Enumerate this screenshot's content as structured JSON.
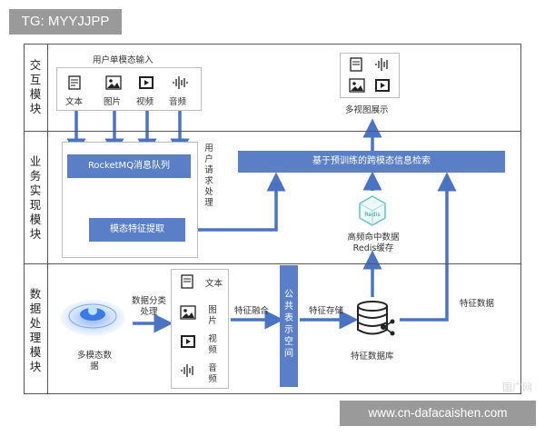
{
  "overlay": {
    "tag": "TG: MYYJJPP",
    "watermark": "国广网",
    "footer_url": "www.cn-dafacaishen.com"
  },
  "rows": [
    {
      "label": "交互模块"
    },
    {
      "label": "业务实现模块"
    },
    {
      "label": "数据处理模块"
    }
  ],
  "interaction": {
    "input_title": "用户单模态输入",
    "inputs": [
      {
        "label": "文本",
        "icon": "text-doc-icon"
      },
      {
        "label": "图片",
        "icon": "image-icon"
      },
      {
        "label": "视频",
        "icon": "video-icon"
      },
      {
        "label": "音频",
        "icon": "audio-wave-icon"
      }
    ],
    "display_label": "多视图展示"
  },
  "business": {
    "queue_label": "RocketMQ消息队列",
    "feature_extract_label": "模态特征提取",
    "user_request_label": "用户请求处理",
    "retrieval_label": "基于预训练的跨模态信息检索",
    "redis_icon_label": "Redis",
    "cache_label": "高频命中数据Redis缓存"
  },
  "data": {
    "source_label": "多模态数据",
    "classify_label": "数据分类处理",
    "modalities": [
      {
        "label": "文本",
        "icon": "text-doc-icon"
      },
      {
        "label": "图片",
        "icon": "image-icon"
      },
      {
        "label": "视频",
        "icon": "video-icon"
      },
      {
        "label": "音频",
        "icon": "audio-wave-icon"
      }
    ],
    "fusion_label": "特征融合",
    "space_label": "公共表示空间",
    "store_label": "特征存储",
    "db_label": "特征数据库",
    "feature_data_label": "特征数据"
  },
  "colors": {
    "accent": "#4a73c4",
    "box_fill": "#5b7fc6",
    "border": "#555555"
  }
}
